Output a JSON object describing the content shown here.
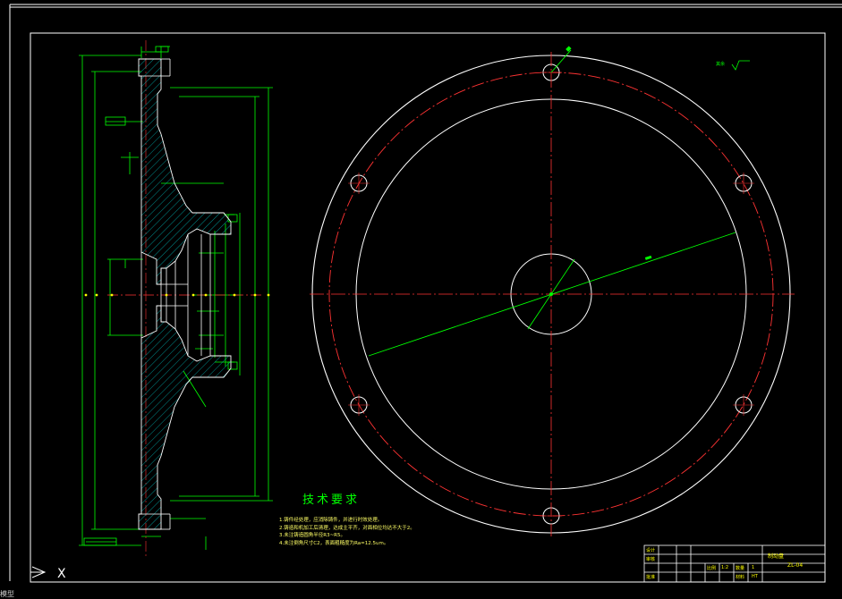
{
  "technical_requirements": {
    "title": "技术要求",
    "items": [
      "1.铸件经处理，应消除铸件，并进行时效处理。",
      "2.铸造和机加工后清理，达成主平齐，对面相位均达不大于2。",
      "3.未注铸造圆角半径R3~R5。",
      "4.未注倒角尺寸C2，表面粗糙度为Ra=12.5um。"
    ]
  },
  "title_block": {
    "part_name": "制动盘",
    "drawing_code": "ZL-04",
    "scale_label": "比例",
    "scale_value": "1:2",
    "quantity_label": "数量",
    "quantity_value": "1",
    "material_label": "材料",
    "material_value": "HT",
    "designer_label": "设计",
    "checker_label": "审核",
    "approver_label": "批准"
  },
  "roughness_note": "其余",
  "ucs_label": "X",
  "command_line": "模型"
}
